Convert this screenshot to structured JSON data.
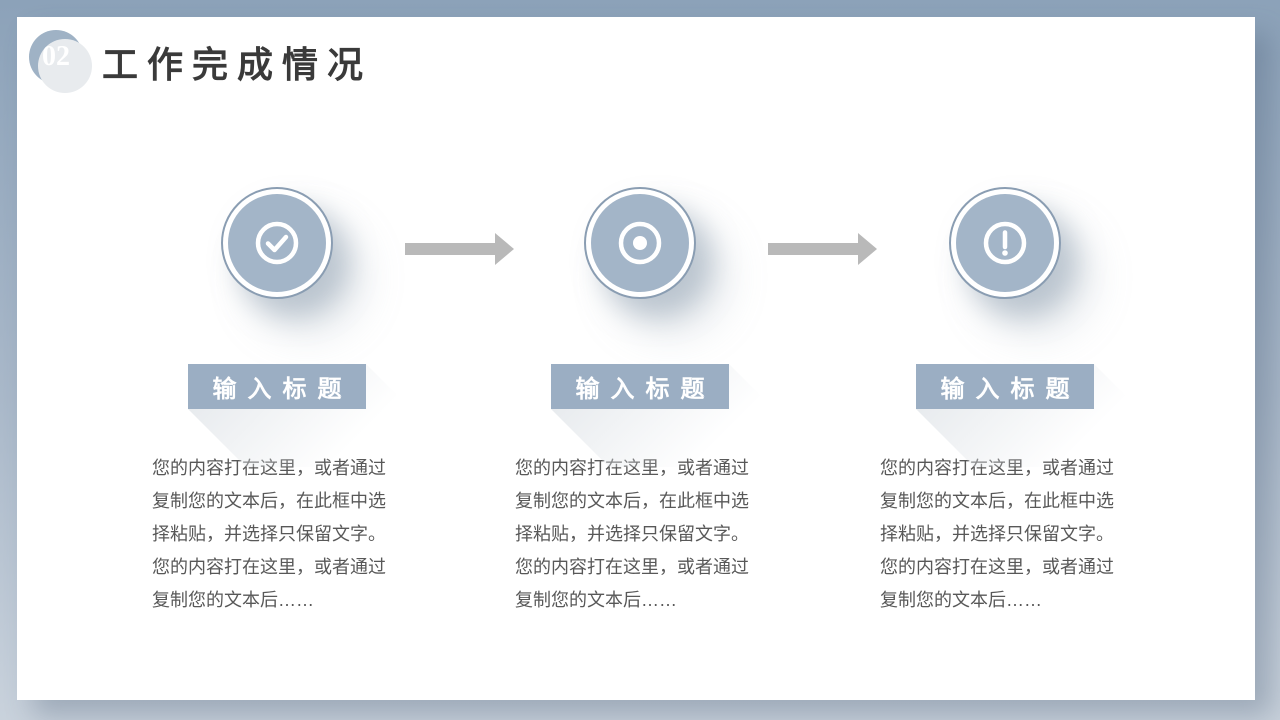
{
  "slide": {
    "frame_colors": {
      "top": "#8CA2B9",
      "bottom": "#C9D2DC"
    },
    "accent_color": "#9BAEC3",
    "arrow_color": "#B9B9B9",
    "header": {
      "section_number": "02",
      "title": "工作完成情况"
    },
    "columns": [
      {
        "icon": "check-circle-icon",
        "title": "输入标题",
        "body": "您的内容打在这里，或者通过\n复制您的文本后，在此框中选\n择粘贴，并选择只保留文字。\n您的内容打在这里，或者通过\n复制您的文本后……"
      },
      {
        "icon": "bullseye-circle-icon",
        "title": "输入标题",
        "body": "您的内容打在这里，或者通过\n复制您的文本后，在此框中选\n择粘贴，并选择只保留文字。\n您的内容打在这里，或者通过\n复制您的文本后……"
      },
      {
        "icon": "exclamation-circle-icon",
        "title": "输入标题",
        "body": "您的内容打在这里，或者通过\n复制您的文本后，在此框中选\n择粘贴，并选择只保留文字。\n您的内容打在这里，或者通过\n复制您的文本后……"
      }
    ]
  }
}
